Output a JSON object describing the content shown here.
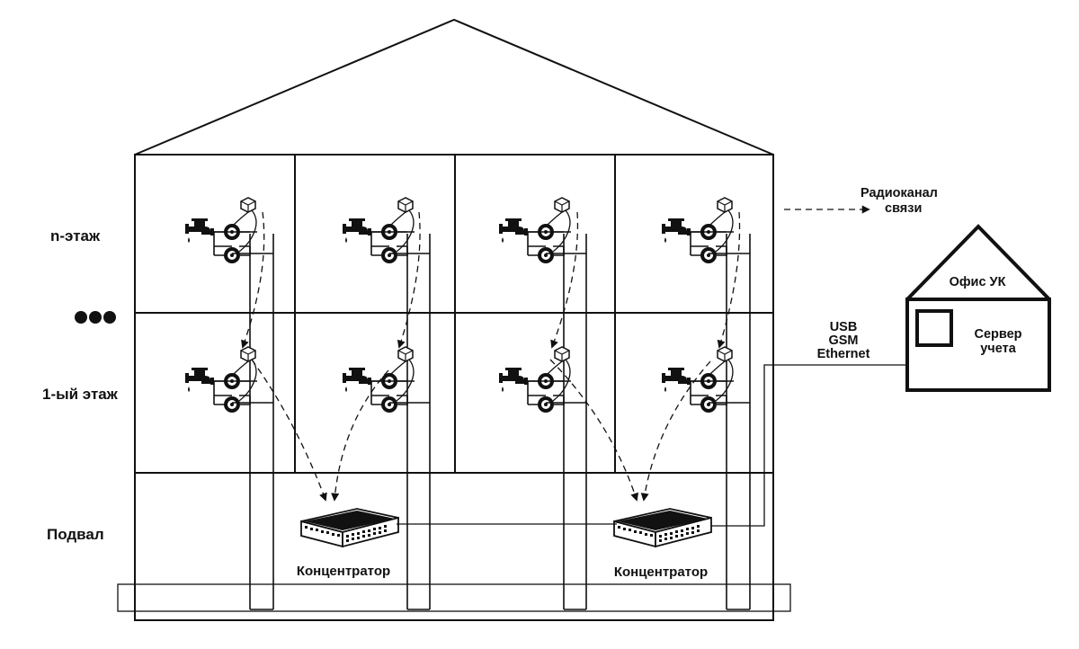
{
  "floors": {
    "top": "n-этаж",
    "first": "1-ый этаж",
    "basement": "Подвал"
  },
  "ellipsis_icon": "dots-icon",
  "radio": {
    "line1": "Радиоканал",
    "line2": "связи"
  },
  "links": [
    "USB",
    "GSM",
    "Ethernet"
  ],
  "office": {
    "title": "Офис УК",
    "server_line1": "Сервер",
    "server_line2": "учета"
  },
  "hub_label": "Концентратор",
  "icons": [
    "faucet-icon",
    "water-meter-icon",
    "radio-module-icon",
    "network-switch-icon",
    "server-icon"
  ],
  "colors": {
    "ink": "#111111",
    "background": "#ffffff"
  }
}
